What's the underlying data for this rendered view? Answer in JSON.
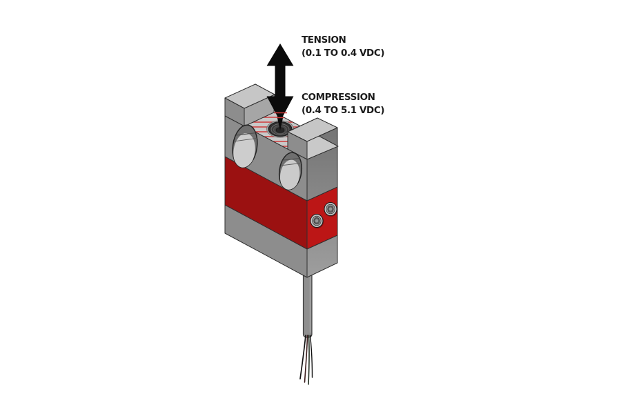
{
  "page": {
    "background": "#ffffff"
  },
  "annotations": {
    "tension": {
      "label": "TENSION",
      "range": "(0.1 TO 0.4 VDC)"
    },
    "compression": {
      "label": "COMPRESSION",
      "range": "(0.4 TO 5.1 VDC)"
    }
  },
  "arrow": {
    "name": "tension-compression-double-arrow",
    "color": "#0b0b0b"
  },
  "device": {
    "name": "load-cell-sensor",
    "colors": {
      "top_face": "#c9c9c9",
      "front_face": "#8d8d8d",
      "side_face_top": "#747474",
      "side_face_bottom": "#9e9e9e",
      "boss_step": "#a6a6a6",
      "boss_top": "#c6c6c6",
      "band_front": "#9b1111",
      "band_side": "#bc1616",
      "hatch_line": "#cf3a3a",
      "outline": "#2e2e2e",
      "cable": "#8f8f8f",
      "wire_dark": "#141414"
    }
  }
}
